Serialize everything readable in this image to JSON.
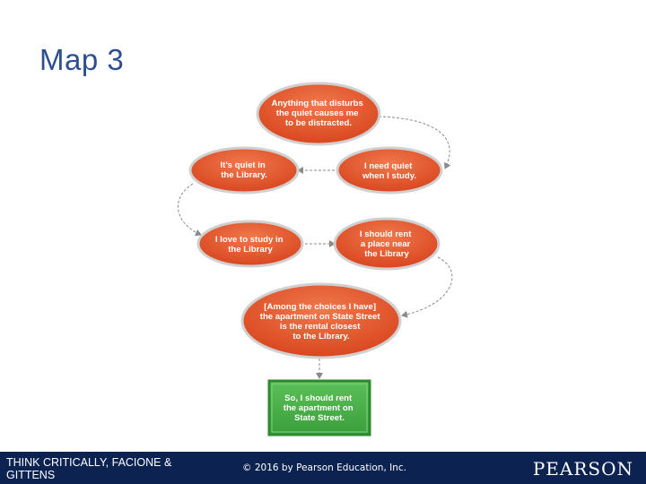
{
  "slide": {
    "title": "Map 3"
  },
  "diagram": {
    "nodes": [
      {
        "id": "n1",
        "lines": [
          "Anything that disturbs",
          "the quiet causes me",
          "to be distracted."
        ]
      },
      {
        "id": "n2",
        "lines": [
          "It’s quiet in",
          "the Library."
        ]
      },
      {
        "id": "n3",
        "lines": [
          "I need quiet",
          "when I study."
        ]
      },
      {
        "id": "n4",
        "lines": [
          "I love to study in",
          "the Library"
        ]
      },
      {
        "id": "n5",
        "lines": [
          "I should rent",
          "a place near",
          "the Library"
        ]
      },
      {
        "id": "n6",
        "lines": [
          "[Among the choices I have]",
          "the apartment on State Street",
          "is the rental closest",
          "to the Library."
        ]
      },
      {
        "id": "n7",
        "lines": [
          "So, I should rent",
          "the apartment on",
          "State Street."
        ]
      }
    ],
    "colors": {
      "node_fill": "#e1502a",
      "node_highlight": "#ef7a52",
      "node_border": "#cfcfcf",
      "conclusion_fill": "#4bb34a",
      "conclusion_border": "#2d8a2d",
      "arrow": "#8a8a8a"
    }
  },
  "footer": {
    "left_text": "THINK CRITICALLY, FACIONE & GITTENS",
    "copyright": "© 2016 by Pearson Education, Inc.",
    "logo": "PEARSON",
    "background": "#0c2352"
  }
}
